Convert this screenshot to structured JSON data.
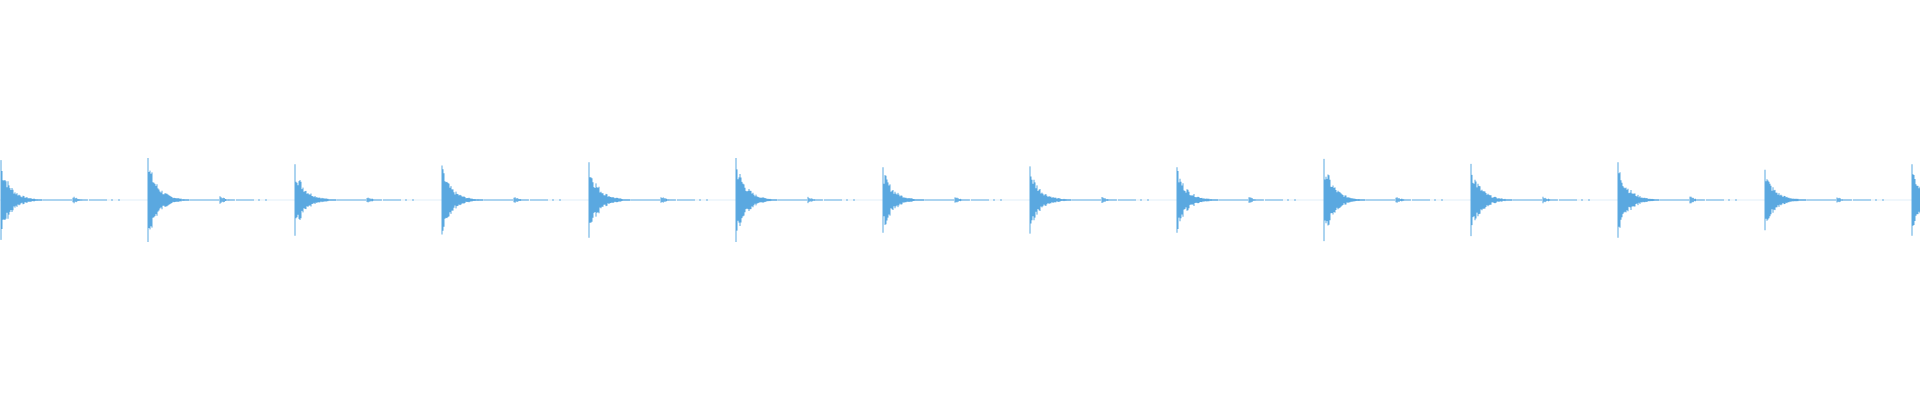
{
  "waveform": {
    "color": "#5aa8e0",
    "background": "#ffffff",
    "hit_count": 14,
    "hit_peaks": [
      0.95,
      1.0,
      0.85,
      0.82,
      0.9,
      1.0,
      0.78,
      0.8,
      0.78,
      0.98,
      0.86,
      0.9,
      0.72,
      0.85
    ],
    "echo_peaks": [
      0.2,
      0.22,
      0.18,
      0.18,
      0.2,
      0.2,
      0.17,
      0.18,
      0.17,
      0.2,
      0.18,
      0.2,
      0.16,
      0.2
    ]
  }
}
